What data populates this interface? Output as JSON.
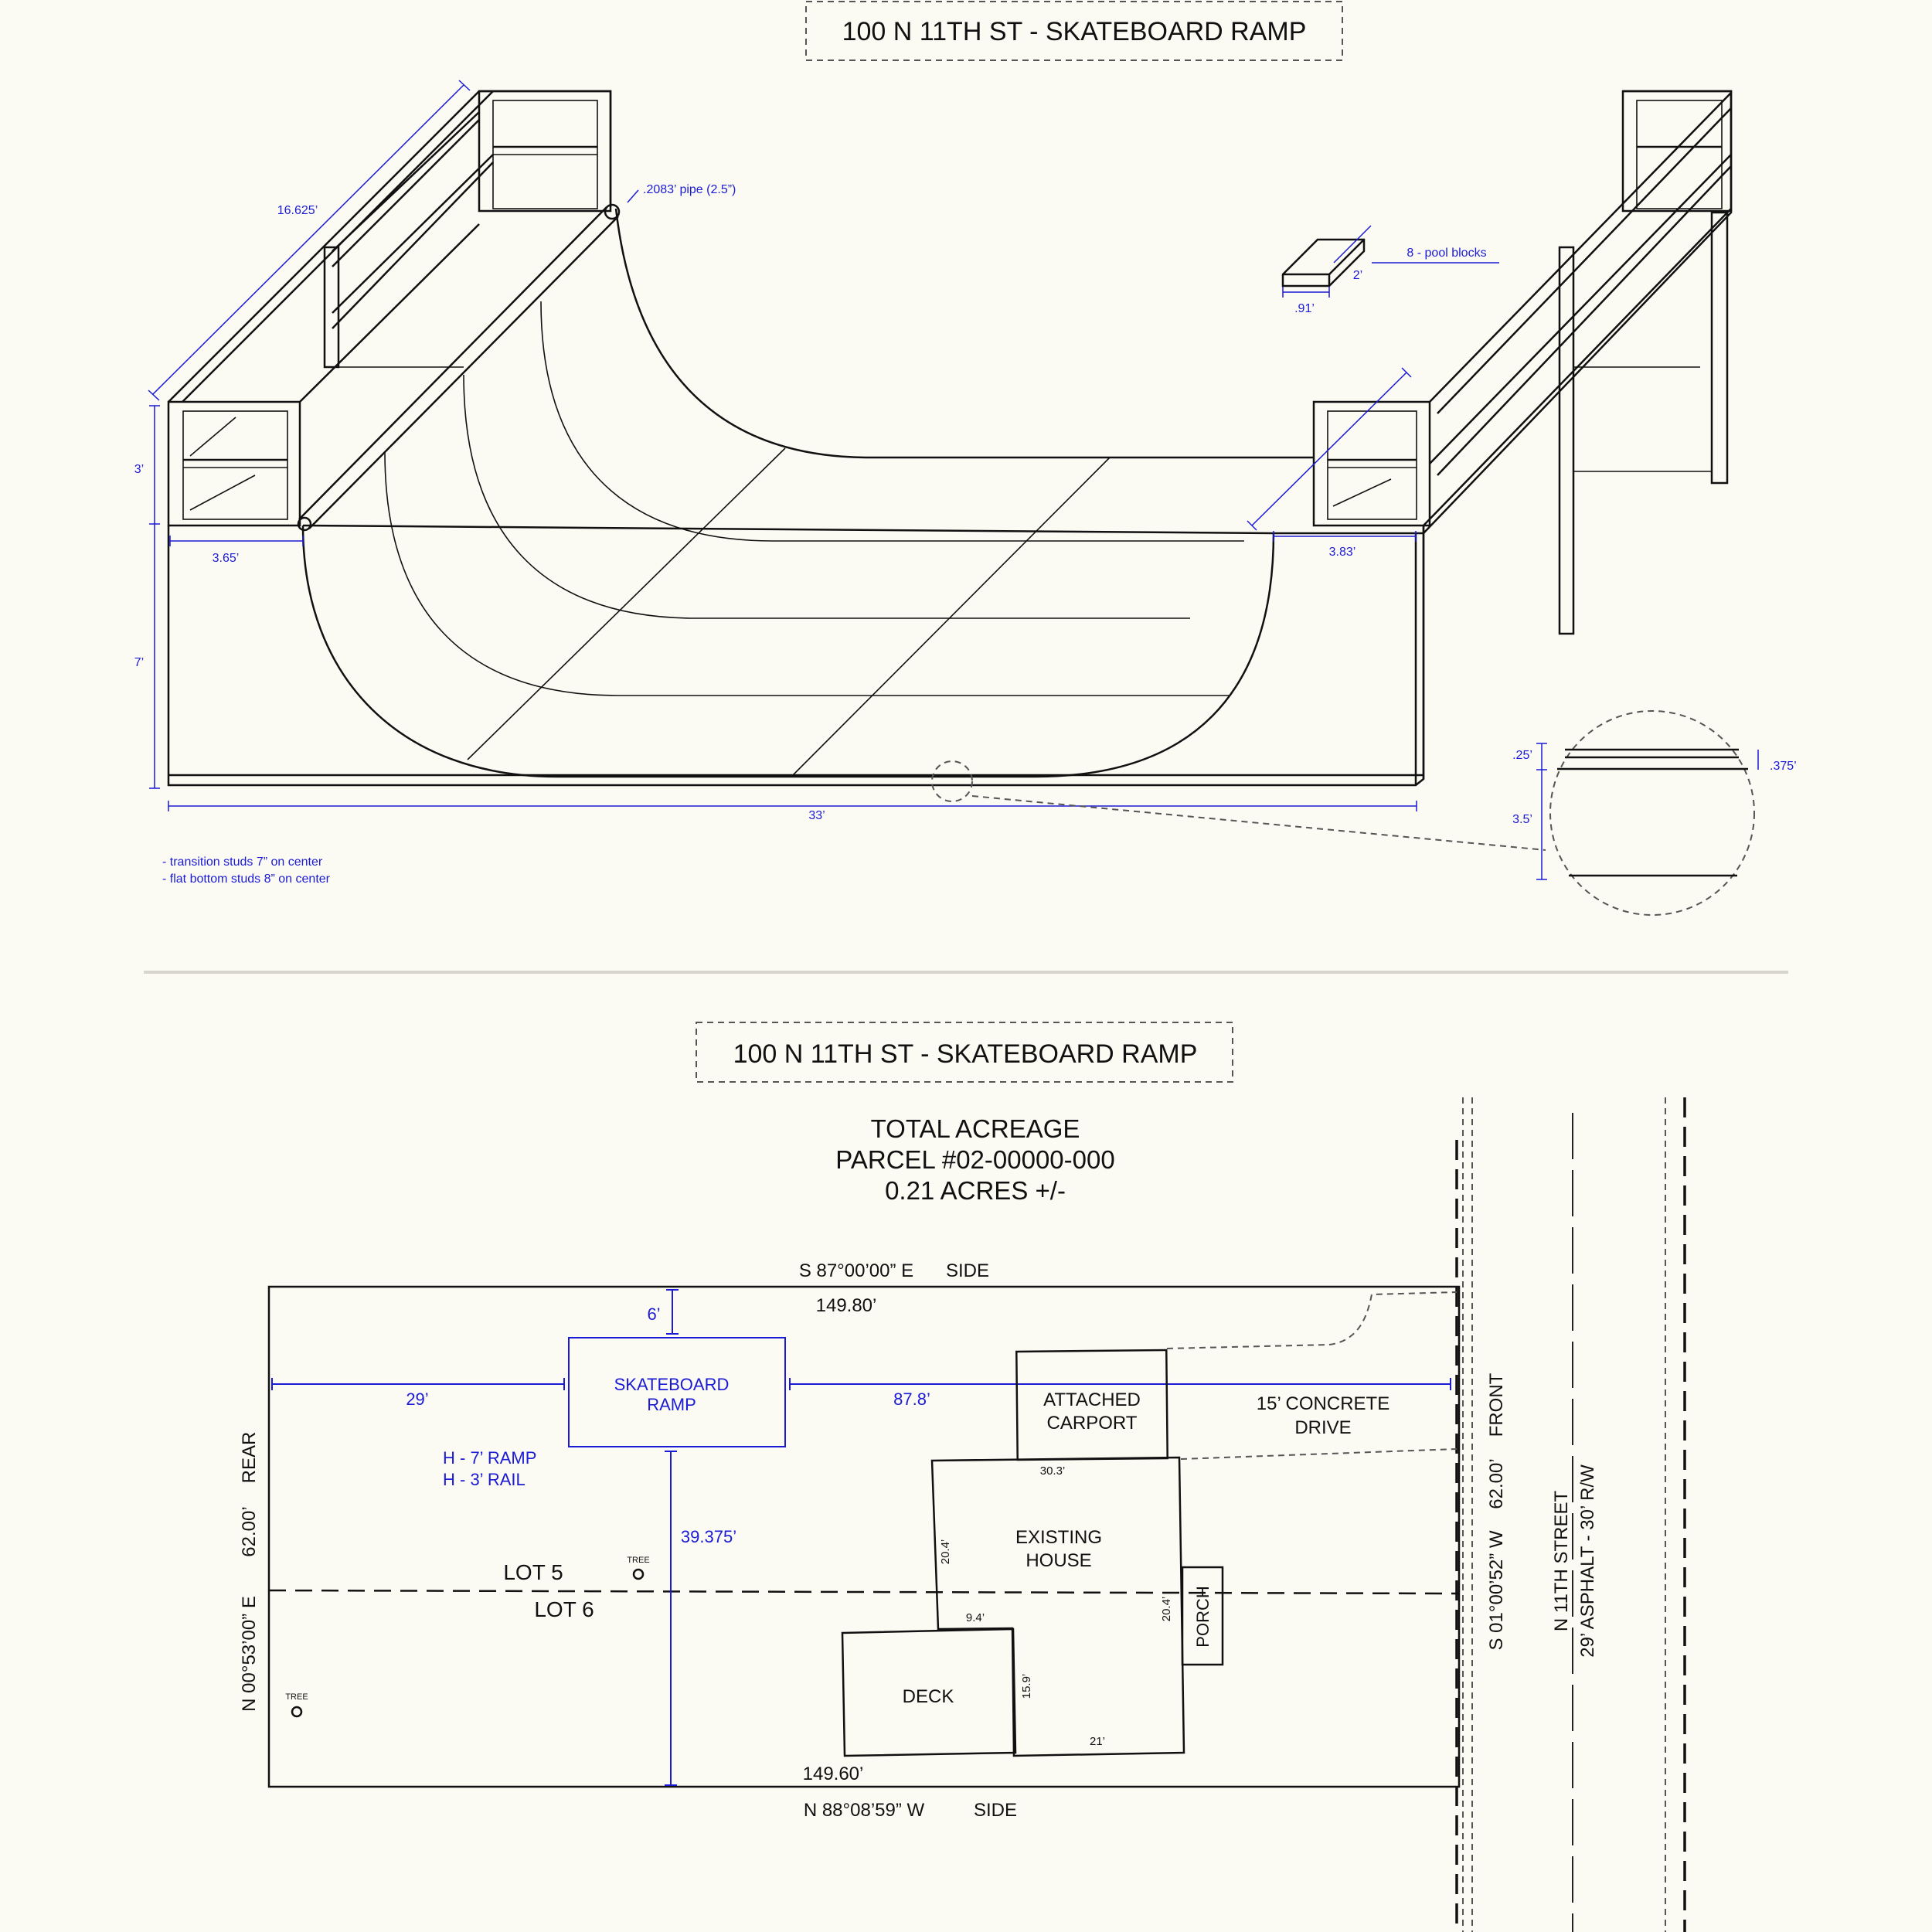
{
  "elevation": {
    "title": "100  N 11TH ST - SKATEBOARD RAMP",
    "dims": {
      "deck_diag": "16.625’",
      "pipe": ".2083’ pipe (2.5”)",
      "rail_h": "3’",
      "ramp_h": "7’",
      "deck_left": "3.65’",
      "deck_right": "3.83’",
      "width": "33’",
      "pool_blocks": "8 - pool blocks",
      "block_w": "2’",
      "block_d": ".91’"
    },
    "detail": {
      "top": ".25’",
      "top_right": ".375’",
      "height": "3.5’"
    },
    "notes": [
      "- transition studs 7” on center",
      "- flat bottom studs 8” on center"
    ]
  },
  "site_plan": {
    "title": "100  N 11TH ST - SKATEBOARD RAMP",
    "acreage": [
      "TOTAL ACREAGE",
      "PARCEL #02-00000-000",
      "0.21 ACRES +/-"
    ],
    "top_bearing": "S 87°00’00” E",
    "top_side": "SIDE",
    "top_len": "149.80’",
    "bottom_bearing": "N 88°08’59” W",
    "bottom_side": "SIDE",
    "bottom_len": "149.60’",
    "left_bearing": "N 00°53’00” E",
    "left_len": "62.00’",
    "left_label": "REAR",
    "right_bearing": "S 01°00’52” W",
    "right_len": "62.00’",
    "right_label": "FRONT",
    "street": "N 11TH STREET",
    "street_sub": "29’ ASPHALT - 30’ R/W",
    "ramp": [
      "SKATEBOARD",
      "RAMP"
    ],
    "ramp_notes": [
      "H - 7’ RAMP",
      "H - 3’ RAIL"
    ],
    "ramp_dims": {
      "top": "6’",
      "left": "29’",
      "right": "87.8’",
      "bottom": "39.375’"
    },
    "carport": [
      "ATTACHED",
      "CARPORT"
    ],
    "drive": [
      "15’ CONCRETE",
      "DRIVE"
    ],
    "house": [
      "EXISTING",
      "HOUSE"
    ],
    "house_dims": {
      "top": "30.3’",
      "left": "20.4’",
      "right": "20.4’",
      "mid": "9.4’",
      "deck_side": "15.9’",
      "bottom": "21’"
    },
    "porch": "PORCH",
    "deck": "DECK",
    "lot5": "LOT 5",
    "lot6": "LOT 6",
    "tree": "TREE"
  }
}
